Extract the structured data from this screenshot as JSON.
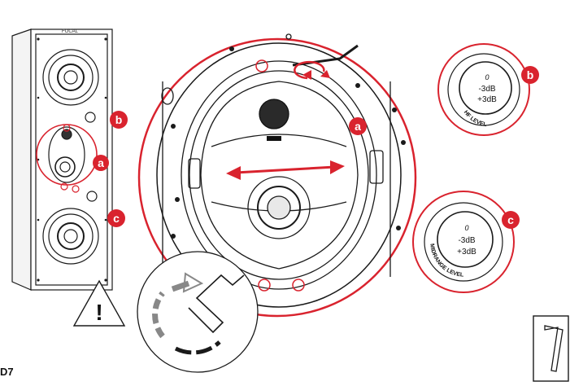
{
  "brand": "FOCAL",
  "page_tag": "D7",
  "callouts": {
    "a": "a",
    "b": "b",
    "c": "c"
  },
  "hf_dial": {
    "top": "0",
    "mid": "-3dB",
    "low": "+3dB",
    "ring_label": "HF LEVEL"
  },
  "mid_dial": {
    "top": "0",
    "mid": "-3dB",
    "low": "+3dB",
    "ring_label": "MIDRANGE LEVEL"
  },
  "warning_mark": "!",
  "colors": {
    "accent": "#d9232e",
    "line": "#1a1a1a"
  },
  "icons": [
    "warning-icon",
    "allen-key-icon",
    "rotate-arrow-icon"
  ]
}
